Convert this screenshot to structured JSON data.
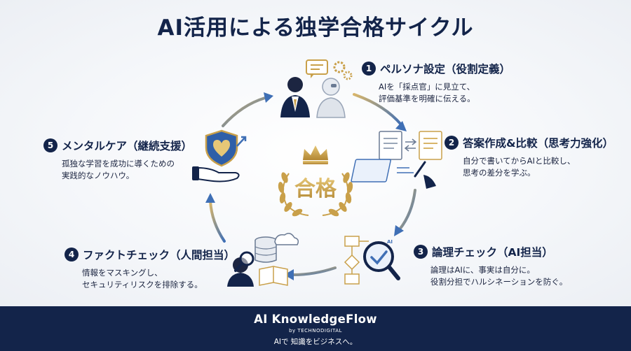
{
  "title": "AI活用による独学合格サイクル",
  "center_label": "合格",
  "steps": [
    {
      "number": "1",
      "heading": "ペルソナ設定（役割定義）",
      "description": "AIを「採点官」に見立て、\n評価基準を明確に伝える。"
    },
    {
      "number": "2",
      "heading": "答案作成&比較（思考力強化）",
      "description": "自分で書いてからAIと比較し、\n思考の差分を学ぶ。"
    },
    {
      "number": "3",
      "heading": "論理チェック（AI担当）",
      "description": "論理はAIに、事実は自分に。\n役割分担でハルシネーションを防ぐ。"
    },
    {
      "number": "4",
      "heading": "ファクトチェック（人間担当）",
      "description": "情報をマスキングし、\nセキュリティリスクを排除する。"
    },
    {
      "number": "5",
      "heading": "メンタルケア（継続支援）",
      "description": "孤独な学習を成功に導くための\n実践的なノウハウ。"
    }
  ],
  "icons": {
    "step1": "person-and-robot-icon",
    "step2": "document-compare-icon",
    "step3": "logic-check-magnifier-icon",
    "step4": "fact-check-database-icon",
    "step5": "shield-heart-hand-icon",
    "center": "crown-laurel-seal-icon"
  },
  "colors": {
    "navy": "#13244a",
    "gold": "#c9a04a",
    "blue": "#3f6fb5"
  },
  "footer": {
    "brand": "AI KnowledgeFlow",
    "byline": "by TECHNODIGITAL",
    "tagline": "AIで 知識をビジネスへ。"
  }
}
